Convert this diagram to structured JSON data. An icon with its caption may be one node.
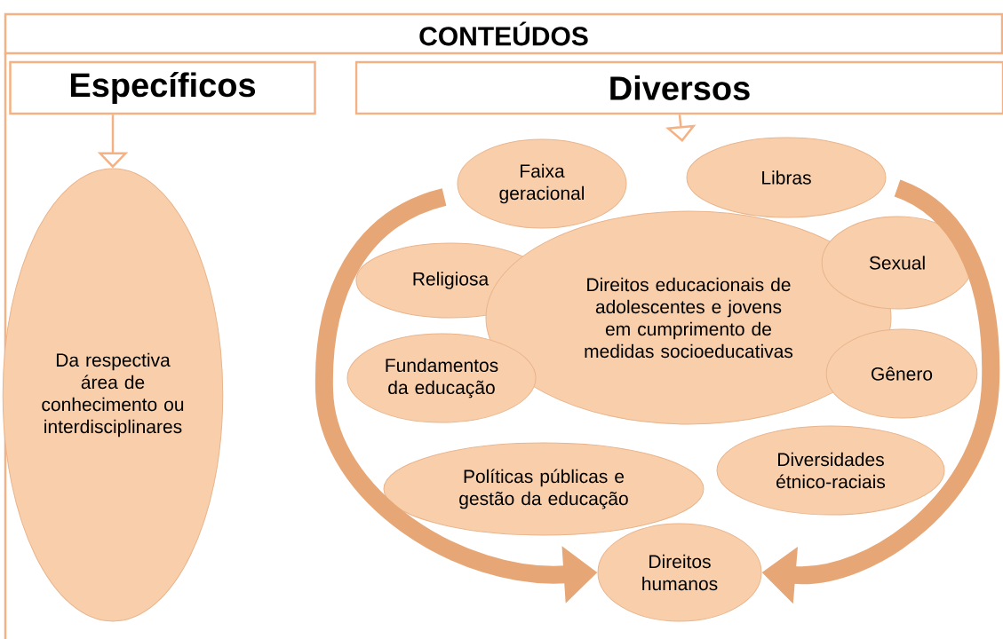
{
  "diagram": {
    "nodes": [
      {
        "text": [
          "CONTEÚDOS"
        ]
      },
      {
        "text": [
          "Específicos"
        ]
      },
      {
        "text": [
          "Diversos"
        ]
      },
      {
        "text": [
          "Da respectiva área de conhecimento ou interdisciplinares"
        ]
      },
      {
        "text": [
          "Faixa geracional"
        ]
      },
      {
        "text": [
          "Libras"
        ]
      },
      {
        "text": [
          "Religiosa"
        ]
      },
      {
        "text": [
          "Direitos educacionais de adolescentes e jovens em cumprimento de medidas socioeducativas"
        ]
      },
      {
        "text": [
          "Sexual"
        ]
      },
      {
        "text": [
          "Fundamentos da educação"
        ]
      },
      {
        "text": [
          "Gênero"
        ]
      },
      {
        "text": [
          "Políticas públicas e gestão da educação"
        ]
      },
      {
        "text": [
          "Diversidades étnico-raciais"
        ]
      },
      {
        "text": [
          "Direitos humanos"
        ]
      }
    ],
    "edges": [
      {
        "from": 1,
        "to": 3,
        "arrow": "to"
      },
      {
        "from": 2,
        "to": null,
        "arrow": "to"
      },
      {
        "from": null,
        "to": 13,
        "arrow": "to",
        "style": "thick"
      },
      {
        "from": null,
        "to": 13,
        "arrow": "to",
        "style": "thick"
      }
    ]
  }
}
